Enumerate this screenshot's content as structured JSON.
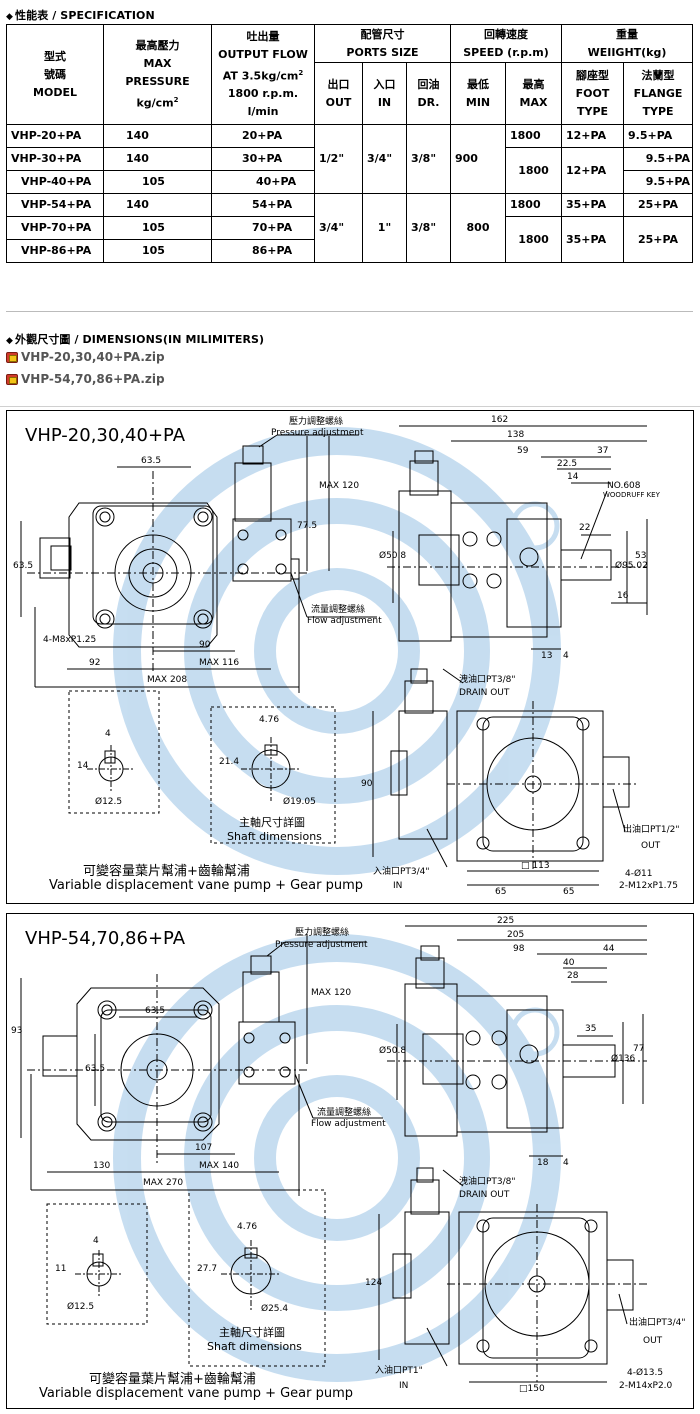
{
  "spec": {
    "section_title": "性能表 / SPECIFICATION",
    "headers": {
      "model": [
        "型式",
        "號碼",
        "MODEL"
      ],
      "pressure": [
        "最高壓力",
        "MAX",
        "PRESSURE",
        "kg/cm"
      ],
      "flow": [
        "吐出量",
        "OUTPUT FLOW",
        "AT 3.5kg/cm",
        "1800 r.p.m.",
        "l/min"
      ],
      "ports": [
        "配管尺寸",
        "PORTS SIZE"
      ],
      "port_out": [
        "出口",
        "OUT"
      ],
      "port_in": [
        "入口",
        "IN"
      ],
      "port_dr": [
        "回油",
        "DR."
      ],
      "speed": [
        "回轉速度",
        "SPEED (r.p.m)"
      ],
      "speed_min": [
        "最低",
        "MIN"
      ],
      "speed_max": [
        "最高",
        "MAX"
      ],
      "weight": [
        "重量",
        "WEIIGHT(kg)"
      ],
      "foot": [
        "腳座型",
        "FOOT",
        "TYPE"
      ],
      "flange": [
        "法蘭型",
        "FLANGE",
        "TYPE"
      ]
    },
    "rows": [
      {
        "model": "VHP-20+PA",
        "pressure": "140",
        "flow": "20+PA",
        "foot": "12+PA",
        "flange": "9.5+PA"
      },
      {
        "model": "VHP-30+PA",
        "pressure": "140",
        "flow": "30+PA",
        "flange": "9.5+PA"
      },
      {
        "model": "VHP-40+PA",
        "pressure": "105",
        "flow": "40+PA",
        "flange": "9.5+PA"
      },
      {
        "model": "VHP-54+PA",
        "pressure": "140",
        "flow": "54+PA",
        "foot": "35+PA",
        "flange": "25+PA"
      },
      {
        "model": "VHP-70+PA",
        "pressure": "105",
        "flow": "70+PA",
        "foot": "35+PA",
        "flange": "25+PA"
      },
      {
        "model": "VHP-86+PA",
        "pressure": "105",
        "flow": "86+PA"
      }
    ],
    "group_a": {
      "out": "1/2\"",
      "in": "3/4\"",
      "dr": "3/8\"",
      "min": "900",
      "max1": "1800",
      "max2": "1800",
      "foot2": "12+PA"
    },
    "group_b": {
      "out": "3/4\"",
      "in": "1\"",
      "dr": "3/8\"",
      "min": "800",
      "max1": "1800",
      "max2": "1800"
    }
  },
  "dimensions": {
    "section_title": "外觀尺寸圖 / DIMENSIONS(IN MILIMITERS)",
    "files": [
      "VHP-20,30,40+PA.zip",
      "VHP-54,70,86+PA.zip"
    ]
  },
  "drawing1": {
    "title": "VHP-20,30,40+PA",
    "labels": {
      "pressure_cn": "壓力調整螺絲",
      "pressure_en": "Pressure adjustment",
      "flow_cn": "流量調整螺絲",
      "flow_en": "Flow adjustment",
      "drain_cn": "洩油口PT3/8\"",
      "drain_en": "DRAIN OUT",
      "in_cn": "入油口PT3/4\"",
      "in_en": "IN",
      "out_cn": "出油口PT1/2\"",
      "out_en": "OUT",
      "shaft_cn": "主軸尺寸詳圖",
      "shaft_en": "Shaft dimensions",
      "woodruff": "NO.608",
      "woodruff2": "WOODRUFF KEY",
      "bolt": "4-M8xP1.25",
      "hole": "4-Ø11",
      "thread": "2-M12xP1.75"
    },
    "dims": {
      "d635": "63.5",
      "d635v": "63.5",
      "d775": "77.5",
      "dmax120": "MAX 120",
      "d90": "90",
      "d92": "92",
      "dmax116": "MAX 116",
      "dmax208": "MAX 208",
      "d162": "162",
      "d138": "138",
      "d59": "59",
      "d37": "37",
      "d225": "22.5",
      "d14": "14",
      "d22": "22",
      "d53": "53",
      "d16": "16",
      "d13": "13",
      "d4": "4",
      "phi508": "Ø50.8",
      "phi9502": "Ø95.02",
      "k4": "4",
      "k14": "14",
      "phi125": "Ø12.5",
      "s476": "4.76",
      "s214": "21.4",
      "phi1905": "Ø19.05",
      "v90": "90",
      "sq113": "□ 113",
      "d65a": "65",
      "d65b": "65"
    },
    "caption_cn": "可變容量葉片幫浦+齒輪幫浦",
    "caption_en": "Variable displacement vane pump + Gear pump"
  },
  "drawing2": {
    "title": "VHP-54,70,86+PA",
    "labels": {
      "pressure_cn": "壓力調整螺絲",
      "pressure_en": "Pressure adjustment",
      "flow_cn": "流量調整螺絲",
      "flow_en": "Flow adjustment",
      "drain_cn": "洩油口PT3/8\"",
      "drain_en": "DRAIN OUT",
      "in_cn": "入油口PT1\"",
      "in_en": "IN",
      "out_cn": "出油口PT3/4\"",
      "out_en": "OUT",
      "shaft_cn": "主軸尺寸詳圖",
      "shaft_en": "Shaft dimensions",
      "hole": "4-Ø13.5",
      "thread": "2-M14xP2.0"
    },
    "dims": {
      "d635": "63.5",
      "d635v": "63.5",
      "d93": "93",
      "dmax120": "MAX 120",
      "d107": "107",
      "d130": "130",
      "dmax140": "MAX 140",
      "dmax270": "MAX 270",
      "d225": "225",
      "d205": "205",
      "d98": "98",
      "d44": "44",
      "d40": "40",
      "d28": "28",
      "d35": "35",
      "d77": "77",
      "d18": "18",
      "d4": "4",
      "phi508": "Ø50.8",
      "phi136": "Ø136",
      "k4": "4",
      "k11": "11",
      "phi125": "Ø12.5",
      "s476": "4.76",
      "s277": "27.7",
      "phi254": "Ø25.4",
      "v124": "124",
      "sq150": "□150"
    },
    "caption_cn": "可變容量葉片幫浦+齒輪幫浦",
    "caption_en": "Variable displacement vane pump + Gear pump"
  }
}
